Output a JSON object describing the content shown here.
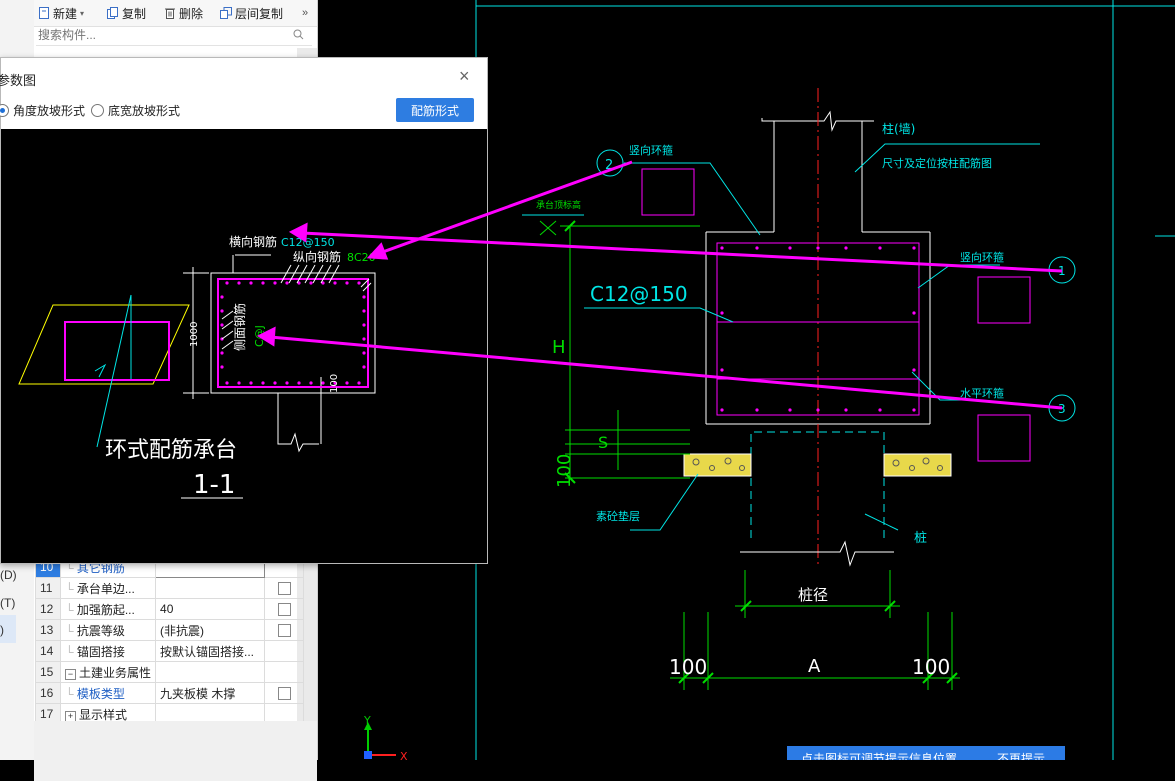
{
  "toolbar": {
    "new_label": "新建",
    "copy_label": "复制",
    "delete_label": "删除",
    "floor_copy_label": "层间复制",
    "more_label": "»"
  },
  "search": {
    "placeholder": "搜索构件..."
  },
  "left_strip": {
    "d": "(D)",
    "t": "(T)",
    "p": ")"
  },
  "dialog": {
    "title": "参数图",
    "close": "×",
    "radio_angle": "角度放坡形式",
    "radio_width": "底宽放坡形式",
    "config_button": "配筋形式"
  },
  "section": {
    "transverse_label": "横向钢筋",
    "transverse_value": "C12@150",
    "longitudinal_label": "纵向钢筋",
    "longitudinal_value": "8C20",
    "side_label": "侧面钢筋",
    "side_value": "C@J",
    "height": "1000",
    "bottom": "100",
    "caption": "环式配筋承台",
    "section_id": "1-1"
  },
  "cad": {
    "col_label": "柱(墙)",
    "col_note": "尺寸及定位按柱配筋图",
    "vert_hoop_top": "竖向环箍",
    "vert_hoop_right": "竖向环箍",
    "horz_hoop": "水平环箍",
    "cap_top": "承台顶标高",
    "rebar": "C12@150",
    "h_dim": "H",
    "s_dim": "S",
    "dim_100_left": "100",
    "cushion": "素砼垫层",
    "pile": "桩",
    "pile_dia": "桩径",
    "dim_100_bl": "100",
    "dim_a": "A",
    "dim_100_br": "100",
    "marker1": "1",
    "marker2": "2",
    "marker3": "3"
  },
  "props": {
    "rows": [
      {
        "n": "10",
        "name": "其它钢筋",
        "val": "",
        "ck": false
      },
      {
        "n": "11",
        "name": "承台单边...",
        "val": "",
        "ck": true
      },
      {
        "n": "12",
        "name": "加强筋起...",
        "val": "40",
        "ck": true
      },
      {
        "n": "13",
        "name": "抗震等级",
        "val": "(非抗震)",
        "ck": true
      },
      {
        "n": "14",
        "name": "锚固搭接",
        "val": "按默认锚固搭接...",
        "ck": false
      },
      {
        "n": "15",
        "name": "土建业务属性",
        "val": "",
        "ck": false
      },
      {
        "n": "16",
        "name": "模板类型",
        "val": "九夹板模 木撑",
        "ck": true
      },
      {
        "n": "17",
        "name": "显示样式",
        "val": "",
        "ck": false
      }
    ]
  },
  "axes": {
    "x": "X",
    "y": "Y"
  },
  "tip": {
    "left": "点击图标可调节提示信息位置",
    "right": "不再提示"
  },
  "colors": {
    "cyan": "#00e5e5",
    "magenta": "#ff00ff",
    "green": "#00dd00",
    "white": "#ffffff",
    "yellow": "#ffff00",
    "red": "#ff2020",
    "accent": "#2e7de1"
  }
}
